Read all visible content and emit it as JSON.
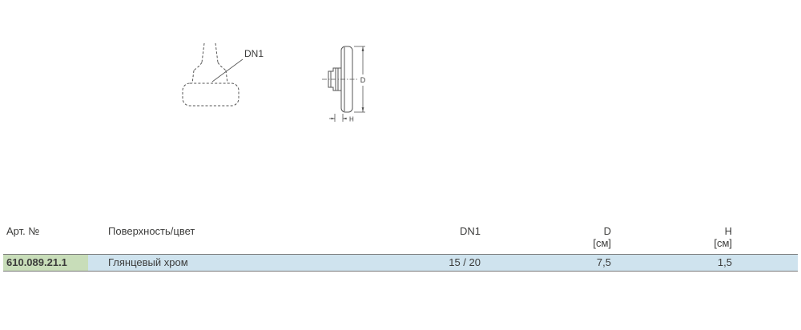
{
  "drawings": {
    "front_view": {
      "label": "DN1"
    },
    "side_view": {
      "dim_d": "D",
      "dim_h": "H"
    }
  },
  "table": {
    "headers": {
      "art": "Арт. №",
      "surface": "Поверхность/цвет",
      "dn1": "DN1",
      "d": "D",
      "d_unit": "[см]",
      "h": "H",
      "h_unit": "[см]"
    },
    "rows": [
      {
        "art": "610.089.21.1",
        "surface": "Глянцевый хром",
        "dn1": "15 / 20",
        "d": "7,5",
        "h": "1,5"
      }
    ]
  },
  "colors": {
    "row_background": "#cfe3ee",
    "art_highlight": "#c8ddb9",
    "text": "#3c3c3b",
    "line": "#7a7a7a",
    "drawing_stroke": "#555555"
  }
}
